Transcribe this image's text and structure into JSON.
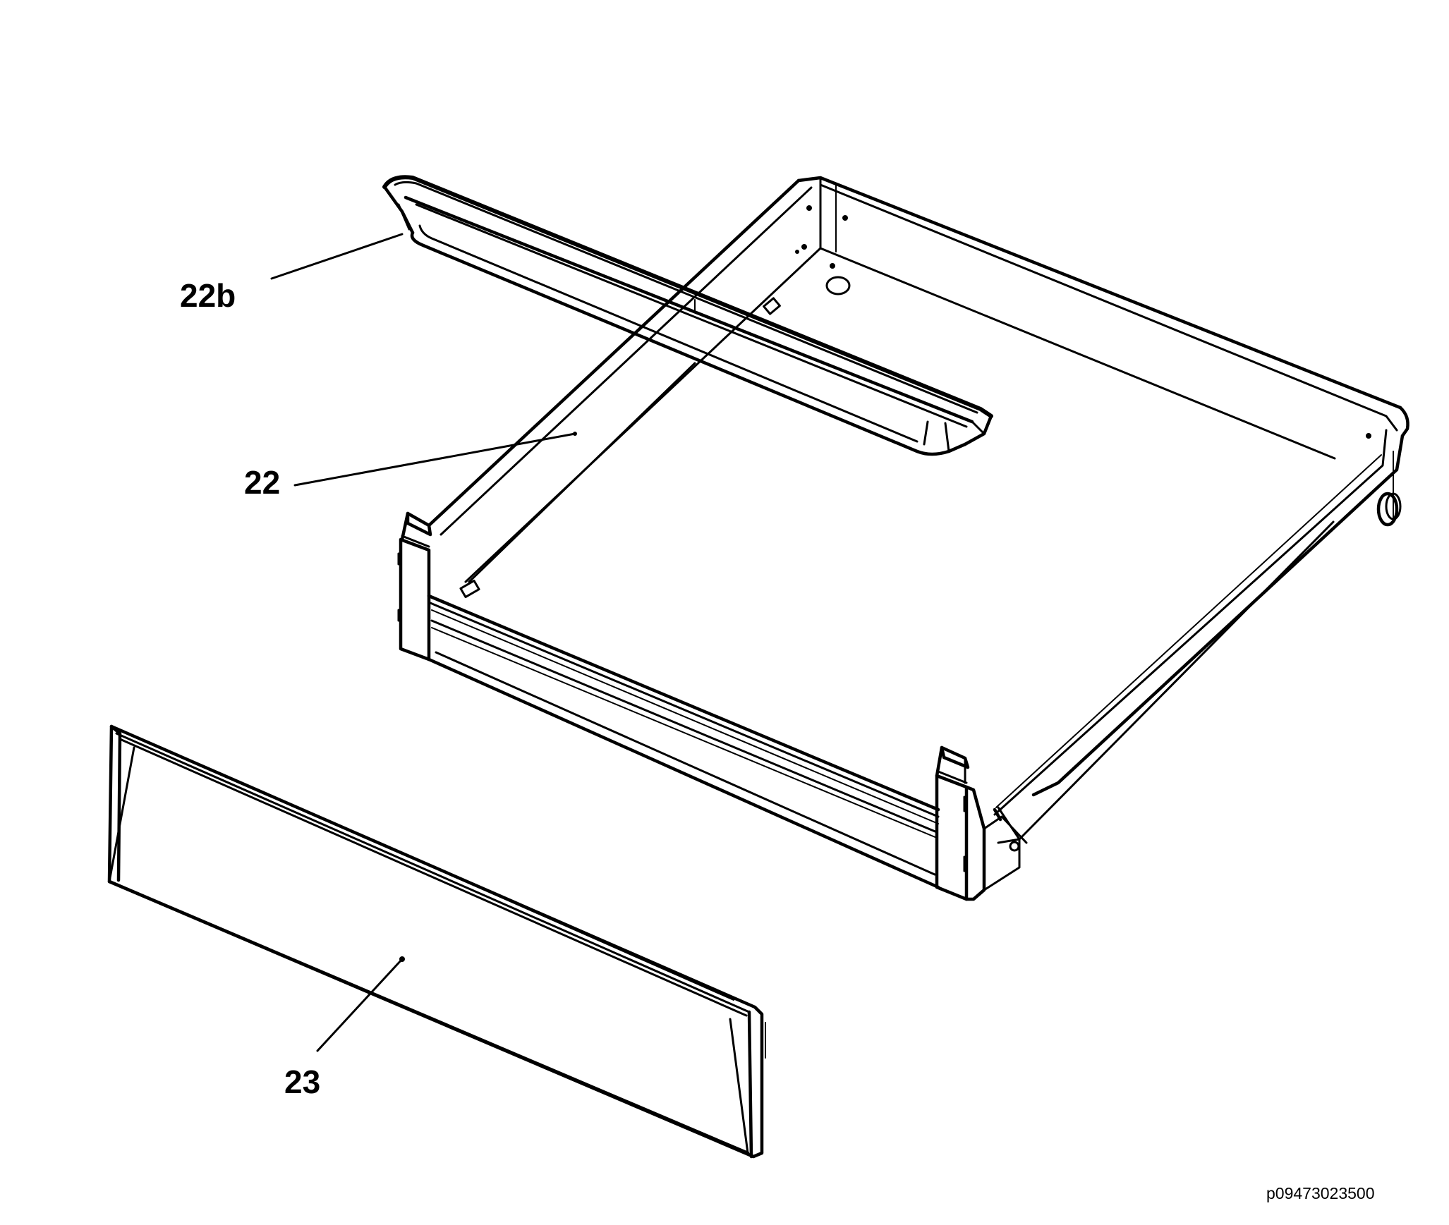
{
  "diagram": {
    "callouts": [
      {
        "id": "22b",
        "label": "22b"
      },
      {
        "id": "22",
        "label": "22"
      },
      {
        "id": "23",
        "label": "23"
      }
    ],
    "figure_id": "p09473023500"
  }
}
